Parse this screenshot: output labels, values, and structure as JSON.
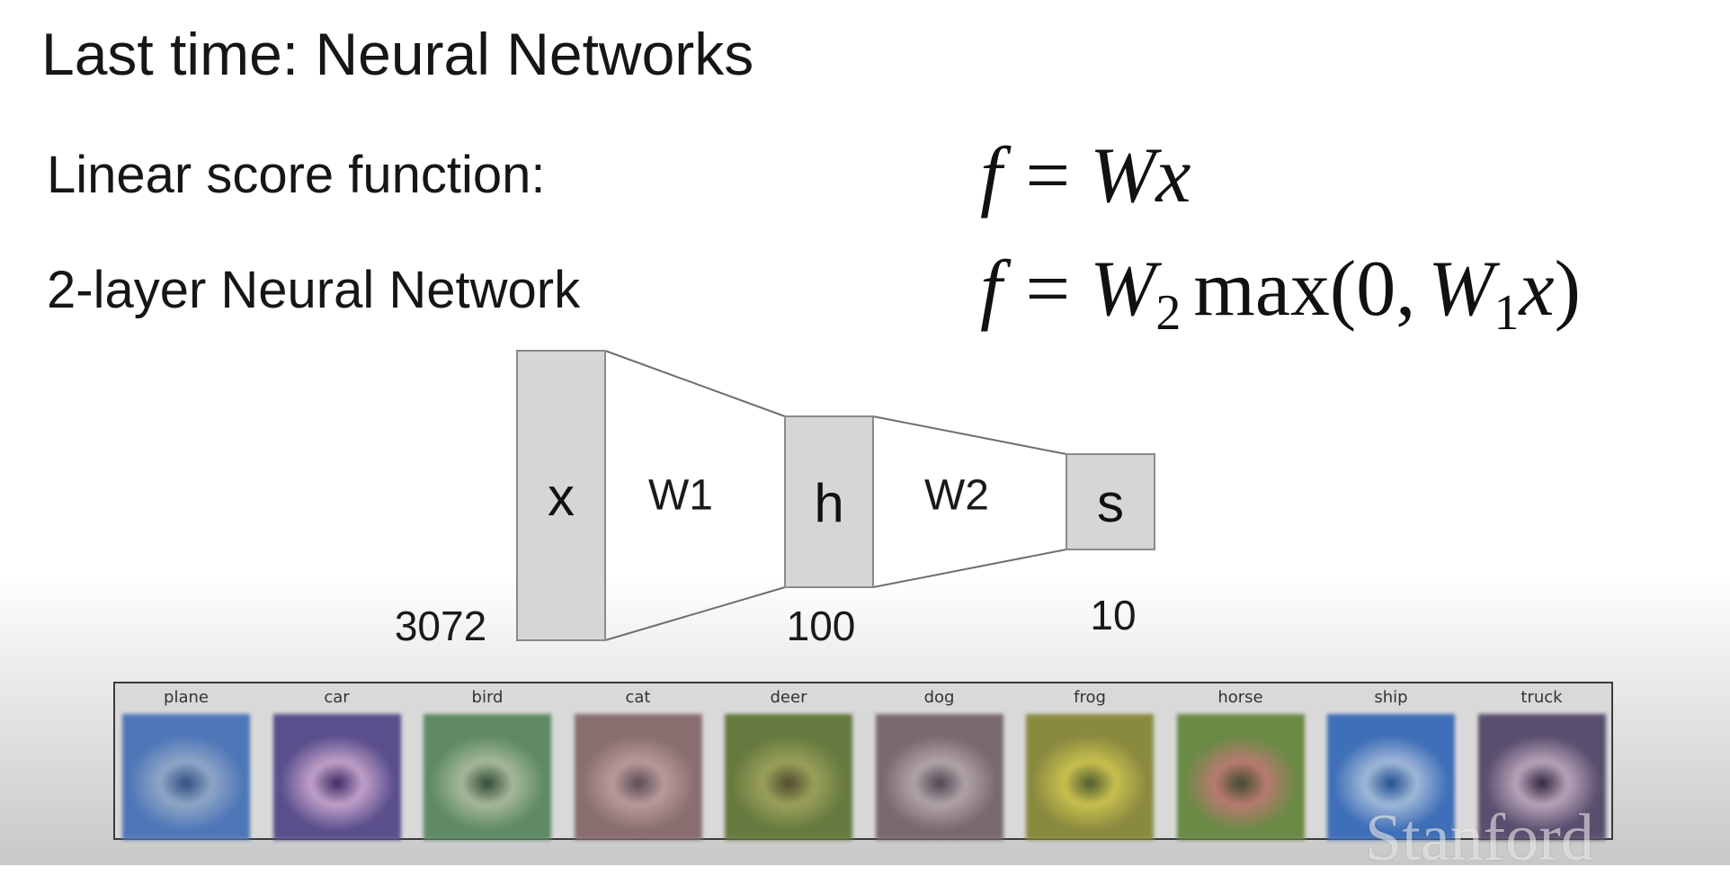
{
  "slide": {
    "title": "Last time: Neural Networks",
    "linear_label": "Linear score function:",
    "nn_label": "2-layer Neural Network"
  },
  "equations": {
    "linear": {
      "lhs": "f",
      "eq": "=",
      "w": "W",
      "x": "x"
    },
    "nn": {
      "lhs": "f",
      "eq": "=",
      "w2": "W",
      "w2_sub": "2",
      "max": "max(0,",
      "w1": "W",
      "w1_sub": "1",
      "x": "x",
      "close": ")"
    }
  },
  "diagram": {
    "nodes": [
      {
        "id": "x",
        "label": "x",
        "size": "3072"
      },
      {
        "id": "h",
        "label": "h",
        "size": "100"
      },
      {
        "id": "s",
        "label": "s",
        "size": "10"
      }
    ],
    "weights": [
      "W1",
      "W2"
    ],
    "colors": {
      "node_fill": "#d6d6d6",
      "node_stroke": "#8a8a8a",
      "edge": "#6f6f6f"
    }
  },
  "templates": {
    "classes": [
      "plane",
      "car",
      "bird",
      "cat",
      "deer",
      "dog",
      "frog",
      "horse",
      "ship",
      "truck"
    ],
    "colors": [
      [
        "#4f77b8",
        "#8fa6c6",
        "#2f4f7f"
      ],
      [
        "#5a4f8c",
        "#c0a0c8",
        "#3a2a63"
      ],
      [
        "#5f8a63",
        "#a6b89a",
        "#2f4a35"
      ],
      [
        "#8a6f70",
        "#b89a9a",
        "#5a4a55"
      ],
      [
        "#667a3f",
        "#9aa05a",
        "#4f4a2f"
      ],
      [
        "#7a6a6f",
        "#b0a3a8",
        "#4f4550"
      ],
      [
        "#8a8a3f",
        "#c8c04f",
        "#4f5a2f"
      ],
      [
        "#6a8a45",
        "#b87a70",
        "#3f4a2f"
      ],
      [
        "#3f6fb8",
        "#a0b8d8",
        "#1f4f8f"
      ],
      [
        "#5a4f6f",
        "#b8a3b8",
        "#2f2540"
      ]
    ]
  },
  "watermark": "Stanford"
}
